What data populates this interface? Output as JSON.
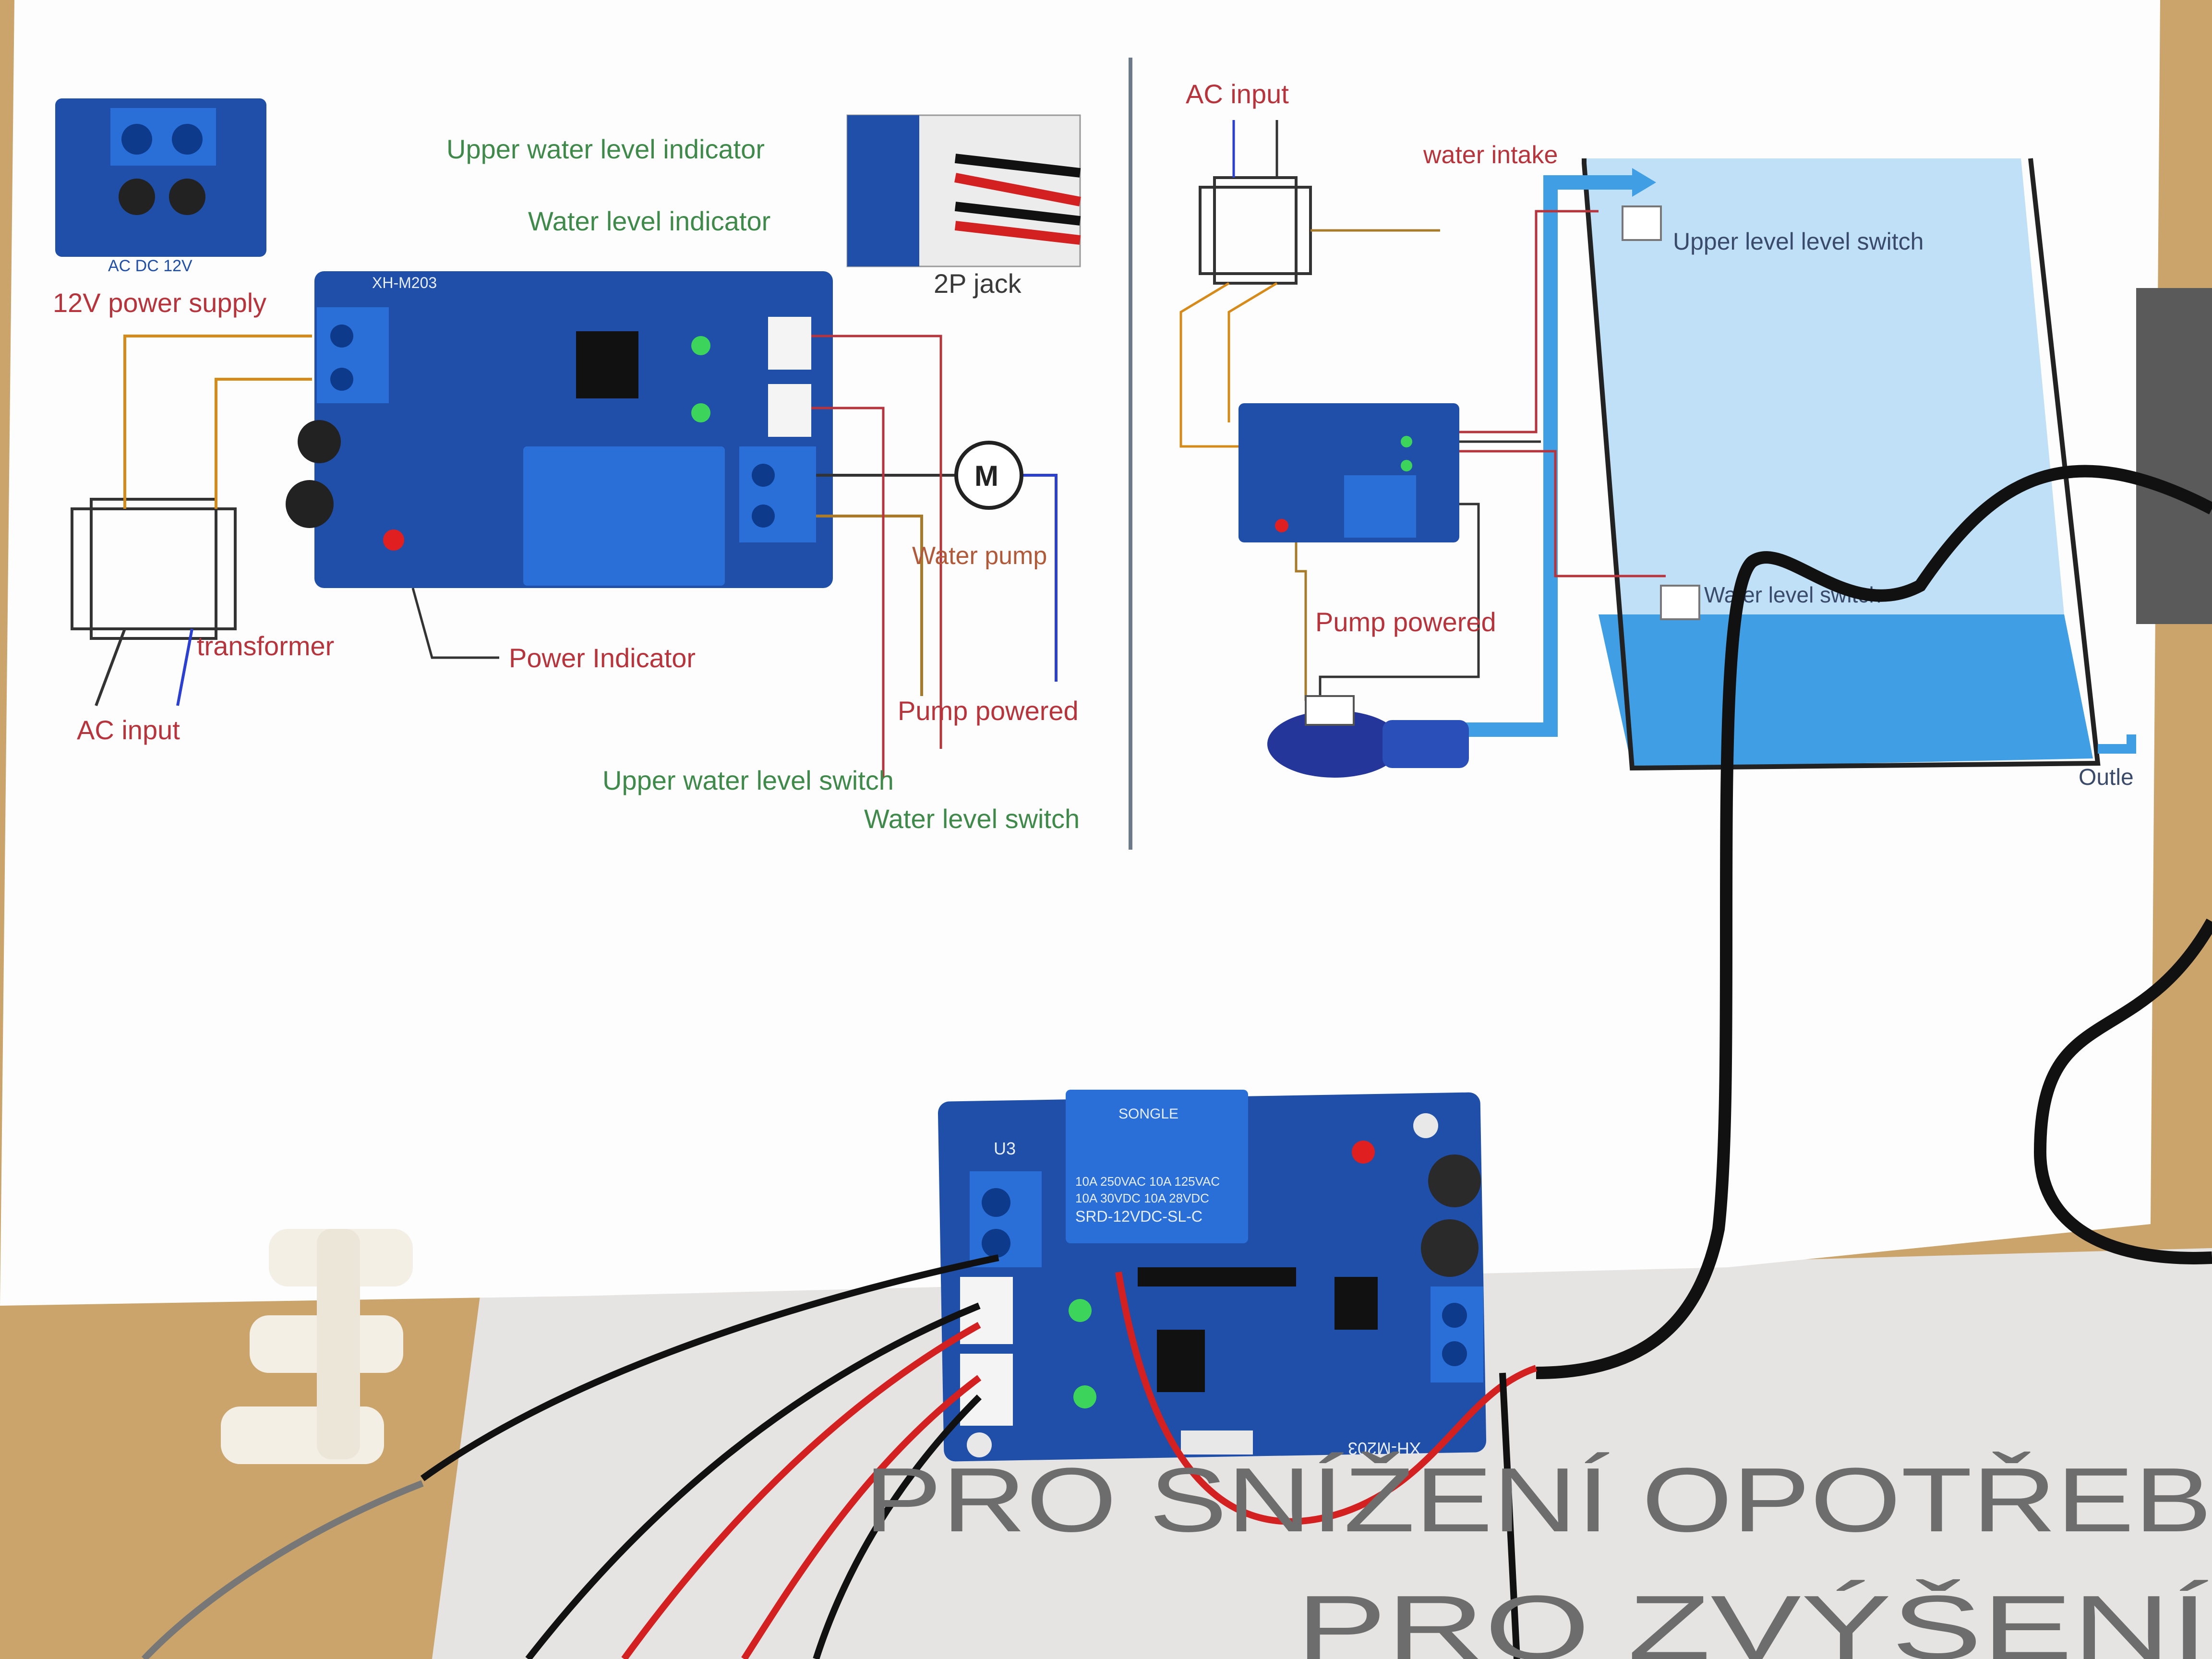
{
  "left_diagram": {
    "module_label": "AC DC 12V",
    "power_supply": "12V power supply",
    "upper_indicator": "Upper water level indicator",
    "water_indicator": "Water level indicator",
    "jack": "2P jack",
    "board_name": "XH-M203",
    "motor_symbol": "M",
    "water_pump": "Water pump",
    "transformer": "transformer",
    "power_indicator": "Power Indicator",
    "ac_input": "AC input",
    "pump_powered": "Pump powered",
    "upper_switch": "Upper water level switch",
    "water_switch": "Water level switch"
  },
  "right_diagram": {
    "ac_input": "AC input",
    "water_intake": "water intake",
    "upper_switch": "Upper level level switch",
    "lower_switch": "Water level switch",
    "pump_powered": "Pump powered",
    "outlet": "Outle"
  },
  "physical_board": {
    "brand": "SONGLE",
    "rating_1": "10A 250VAC  10A 125VAC",
    "rating_2": "10A 30VDC   10A 28VDC",
    "model": "SRD-12VDC-SL-C",
    "board_name": "XH-M203",
    "connector_label": "U3"
  },
  "banner": {
    "line1": "PRO SNÍŽENÍ OPOTŘEB",
    "line2": "PRO ZVÝŠENÍ"
  },
  "colors": {
    "pcb": "#1f4fa8",
    "terminal": "#2a6fd8",
    "water": "#3f9ee4",
    "wire_red": "#d32020",
    "wire_black": "#111111",
    "label_red": "#b8343c",
    "label_green": "#3f8a4a"
  }
}
